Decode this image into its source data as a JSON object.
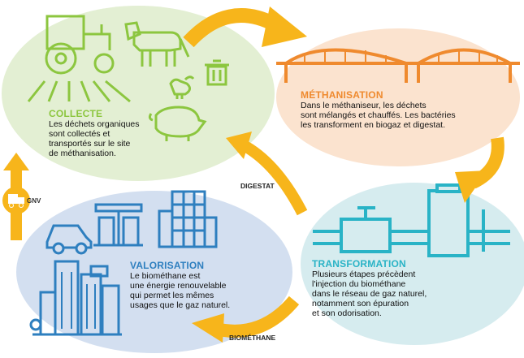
{
  "stages": {
    "collecte": {
      "title": "COLLECTE",
      "text": "Les déchets organiques\nsont collectés et\ntransportés sur le site\nde méthanisation."
    },
    "methanisation": {
      "title": "MÉTHANISATION",
      "text": "Dans le méthaniseur, les déchets\nsont mélangés et chauffés. Les bactéries\nles transforment en biogaz et digestat."
    },
    "transformation": {
      "title": "TRANSFORMATION",
      "text": "Plusieurs étapes précèdent\nl'injection du biométhane\ndans le réseau de gaz naturel,\nnotamment son épuration\net son odorisation."
    },
    "valorisation": {
      "title": "VALORISATION",
      "text": "Le biométhane est\nune énergie renouvelable\nqui permet les mêmes\nusages que le gaz naturel."
    }
  },
  "arrows": {
    "digestat": "DIGESTAT",
    "biomethane": "BIOMÉTHANE"
  },
  "badge": {
    "label": "GNV"
  },
  "colors": {
    "green": "#8cc63f",
    "green_bg": "#e3efd3",
    "orange": "#ef8a2e",
    "orange_bg": "#fbe3cf",
    "teal": "#29b3c6",
    "teal_bg": "#d6ecef",
    "blue": "#2e7fbf",
    "blue_bg": "#d3dff0",
    "yellow": "#f7b51b"
  }
}
